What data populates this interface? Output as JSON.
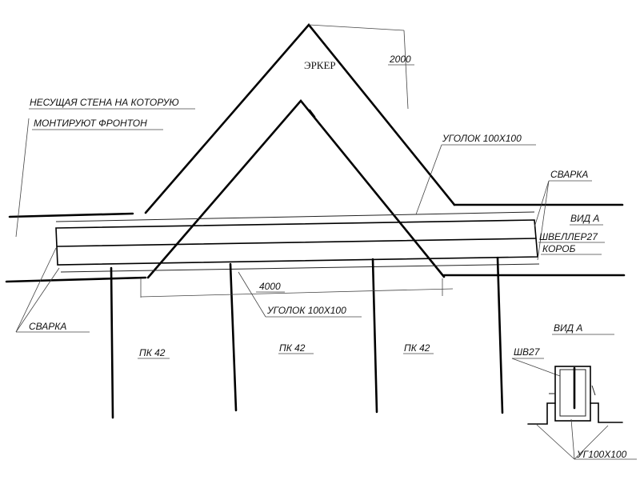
{
  "labels": {
    "erker": "ЭРКЕР",
    "dim_2000": "2000",
    "bearing_wall_line1": "НЕСУЩАЯ СТЕНА НА КОТОРУЮ",
    "bearing_wall_line2": "МОНТИРУЮТ ФРОНТОН",
    "angle_top": "УГОЛОК 100Х100",
    "weld_right": "СВАРКА",
    "view_a_ref": "ВИД А",
    "channel": "ШВЕЛЛЕР27",
    "box": "КОРОБ",
    "dim_4000": "4000",
    "angle_bottom": "УГОЛОК 100Х100",
    "weld_left": "СВАРКА",
    "pk_1": "ПК 42",
    "pk_2": "ПК  42",
    "pk_3": "ПК 42",
    "view_a_title": "ВИД А",
    "sh27": "ШВ27",
    "ug_detail": "УГ100Х100"
  }
}
